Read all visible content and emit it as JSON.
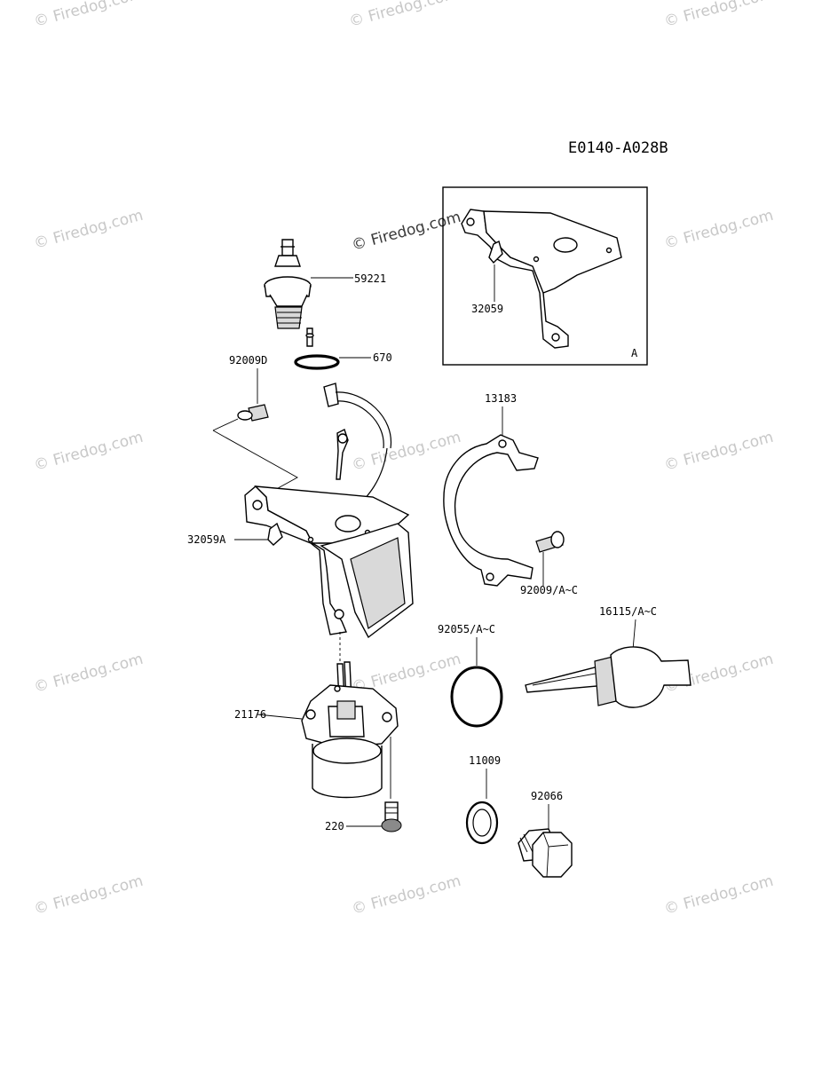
{
  "diagram_code": "E0140-A028B",
  "watermark_text": "© Firedog.com",
  "inset": {
    "label": "A",
    "part_number": "32059"
  },
  "part_labels": {
    "p59221": "59221",
    "p670": "670",
    "p92009D": "92009D",
    "p13183": "13183",
    "p32059A": "32059A",
    "p92009AC": "92009/A~C",
    "p92055": "92055/A~C",
    "p16115": "16115/A~C",
    "p21176": "21176",
    "p11009": "11009",
    "p92066": "92066",
    "p220": "220"
  }
}
